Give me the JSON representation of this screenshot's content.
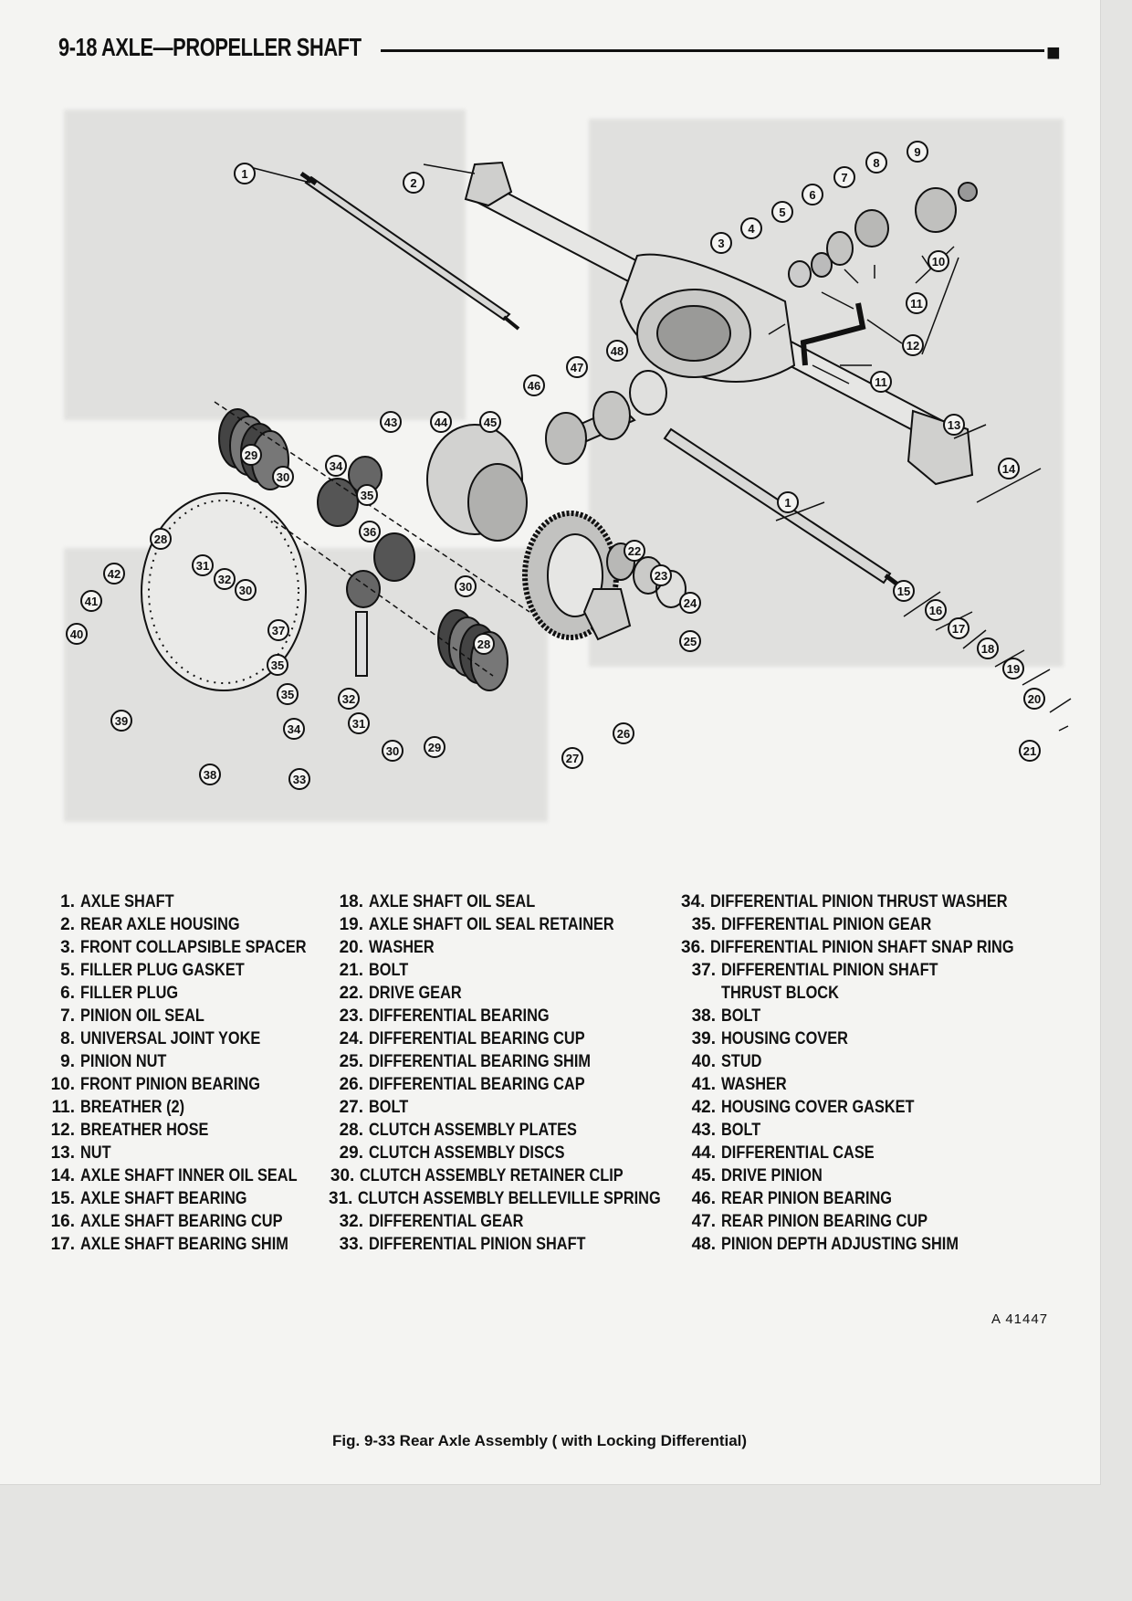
{
  "header": {
    "title": "9-18 AXLE—PROPELLER SHAFT",
    "mark": "■"
  },
  "callouts": [
    "1",
    "2",
    "3",
    "4",
    "5",
    "6",
    "7",
    "8",
    "9",
    "10",
    "11",
    "12",
    "11",
    "13",
    "14",
    "1",
    "15",
    "16",
    "17",
    "18",
    "19",
    "20",
    "21",
    "22",
    "23",
    "24",
    "25",
    "26",
    "27",
    "28",
    "29",
    "30",
    "31",
    "32",
    "33",
    "34",
    "35",
    "36",
    "37",
    "38",
    "39",
    "40",
    "41",
    "42",
    "43",
    "44",
    "45",
    "46",
    "47",
    "48",
    "29",
    "28",
    "30",
    "30",
    "30",
    "32",
    "31",
    "30",
    "29",
    "28",
    "35",
    "34",
    "33"
  ],
  "legend": {
    "col1": [
      {
        "num": "1.",
        "text": "AXLE SHAFT"
      },
      {
        "num": "2.",
        "text": "REAR AXLE HOUSING"
      },
      {
        "num": "3.",
        "text": "FRONT COLLAPSIBLE SPACER"
      },
      {
        "num": "5.",
        "text": "FILLER PLUG GASKET"
      },
      {
        "num": "6.",
        "text": "FILLER PLUG"
      },
      {
        "num": "7.",
        "text": "PINION OIL SEAL"
      },
      {
        "num": "8.",
        "text": "UNIVERSAL JOINT YOKE"
      },
      {
        "num": "9.",
        "text": "PINION NUT"
      },
      {
        "num": "10.",
        "text": "FRONT PINION BEARING"
      },
      {
        "num": "11.",
        "text": "BREATHER (2)"
      },
      {
        "num": "12.",
        "text": "BREATHER HOSE"
      },
      {
        "num": "13.",
        "text": "NUT"
      },
      {
        "num": "14.",
        "text": "AXLE SHAFT INNER OIL SEAL"
      },
      {
        "num": "15.",
        "text": "AXLE SHAFT BEARING"
      },
      {
        "num": "16.",
        "text": "AXLE SHAFT BEARING CUP"
      },
      {
        "num": "17.",
        "text": "AXLE SHAFT BEARING SHIM"
      }
    ],
    "col2": [
      {
        "num": "18.",
        "text": "AXLE SHAFT OIL SEAL"
      },
      {
        "num": "19.",
        "text": "AXLE SHAFT OIL SEAL RETAINER"
      },
      {
        "num": "20.",
        "text": "WASHER"
      },
      {
        "num": "21.",
        "text": "BOLT"
      },
      {
        "num": "22.",
        "text": "DRIVE GEAR"
      },
      {
        "num": "23.",
        "text": "DIFFERENTIAL BEARING"
      },
      {
        "num": "24.",
        "text": "DIFFERENTIAL BEARING CUP"
      },
      {
        "num": "25.",
        "text": "DIFFERENTIAL BEARING SHIM"
      },
      {
        "num": "26.",
        "text": "DIFFERENTIAL BEARING CAP"
      },
      {
        "num": "27.",
        "text": "BOLT"
      },
      {
        "num": "28.",
        "text": "CLUTCH ASSEMBLY PLATES"
      },
      {
        "num": "29.",
        "text": "CLUTCH ASSEMBLY DISCS"
      },
      {
        "num": "30.",
        "text": "CLUTCH ASSEMBLY RETAINER CLIP"
      },
      {
        "num": "31.",
        "text": "CLUTCH ASSEMBLY BELLEVILLE SPRING"
      },
      {
        "num": "32.",
        "text": "DIFFERENTIAL GEAR"
      },
      {
        "num": "33.",
        "text": "DIFFERENTIAL PINION SHAFT"
      }
    ],
    "col3": [
      {
        "num": "34.",
        "text": "DIFFERENTIAL PINION THRUST WASHER"
      },
      {
        "num": "35.",
        "text": "DIFFERENTIAL PINION GEAR"
      },
      {
        "num": "36.",
        "text": "DIFFERENTIAL PINION SHAFT SNAP RING"
      },
      {
        "num": "37.",
        "text": "DIFFERENTIAL PINION SHAFT THRUST BLOCK"
      },
      {
        "num": "38.",
        "text": "BOLT"
      },
      {
        "num": "39.",
        "text": "HOUSING COVER"
      },
      {
        "num": "40.",
        "text": "STUD"
      },
      {
        "num": "41.",
        "text": "WASHER"
      },
      {
        "num": "42.",
        "text": "HOUSING COVER GASKET"
      },
      {
        "num": "43.",
        "text": "BOLT"
      },
      {
        "num": "44.",
        "text": "DIFFERENTIAL CASE"
      },
      {
        "num": "45.",
        "text": "DRIVE PINION"
      },
      {
        "num": "46.",
        "text": "REAR PINION BEARING"
      },
      {
        "num": "47.",
        "text": "REAR PINION BEARING CUP"
      },
      {
        "num": "48.",
        "text": "PINION DEPTH ADJUSTING SHIM"
      }
    ]
  },
  "figure_ref": "A 41447",
  "caption": "Fig. 9-33 Rear Axle Assembly ( with Locking Differential)"
}
